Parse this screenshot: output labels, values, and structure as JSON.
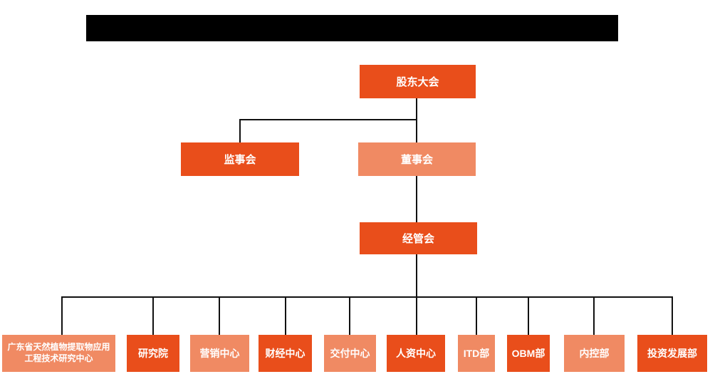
{
  "colors": {
    "primary": "#E94E1B",
    "secondary": "#F08A63",
    "connector": "#111111",
    "redacted_bar": "#000000"
  },
  "org": {
    "level1": {
      "label": "股东大会",
      "variant": "primary"
    },
    "level2": [
      {
        "label": "监事会",
        "variant": "primary"
      },
      {
        "label": "董事会",
        "variant": "secondary"
      }
    ],
    "level3": {
      "label": "经管会",
      "variant": "primary"
    },
    "departments": [
      {
        "label": "广东省天然植物提取物应用工程技术研究中心",
        "variant": "secondary"
      },
      {
        "label": "研究院",
        "variant": "primary"
      },
      {
        "label": "营销中心",
        "variant": "secondary"
      },
      {
        "label": "财经中心",
        "variant": "primary"
      },
      {
        "label": "交付中心",
        "variant": "secondary"
      },
      {
        "label": "人资中心",
        "variant": "primary"
      },
      {
        "label": "ITD部",
        "variant": "secondary"
      },
      {
        "label": "OBM部",
        "variant": "primary"
      },
      {
        "label": "内控部",
        "variant": "secondary"
      },
      {
        "label": "投资发展部",
        "variant": "primary"
      }
    ]
  }
}
